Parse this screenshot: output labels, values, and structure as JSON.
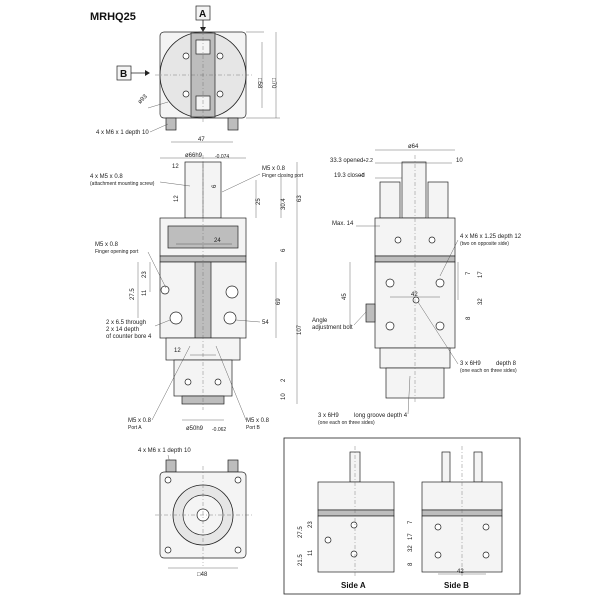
{
  "title": "MRHQ25",
  "view_marks": {
    "a": "A",
    "b": "B"
  },
  "top_view": {
    "sq58": "□58",
    "sq70": "□70",
    "phi93": "ø93",
    "screw_note": "4 x M6 x 1 depth 10",
    "dim47": "47"
  },
  "front_view": {
    "phi66": "ø66h9",
    "phi66_tol": "-0.074",
    "dim12": "12",
    "m5_attach_1": "4 x M5 x 0.8",
    "m5_attach_2": "(attachment mounting screw)",
    "m5_close_1": "M5 x 0.8",
    "m5_close_2": "Finger closing port",
    "dim6": "6",
    "dim12b": "12",
    "dim25": "25",
    "dim30_4": "30.4",
    "dim63": "63",
    "dim24": "24",
    "dim6b": "6",
    "m5_open_1": "M5 x 0.8",
    "m5_open_2": "Finger opening port",
    "dim27_5": "27.5",
    "dim23": "23",
    "dim11": "11",
    "dim69": "69",
    "dim107": "107",
    "dim54": "54",
    "thru_1": "2 x 6.5 through",
    "thru_2": "2 x 14 depth",
    "thru_3": "of counter bore 4",
    "dim12c": "12",
    "dim2": "2",
    "dim10": "10",
    "phi50": "ø50h9",
    "phi50_tol": "-0.062",
    "porta_1": "M5 x 0.8",
    "porta_2": "Port A",
    "portb_1": "M5 x 0.8",
    "portb_2": "Port B"
  },
  "side_view": {
    "phi64": "ø64",
    "opened": "33.3 opened",
    "opened_tol": "+2.2",
    "closed": "19.3 closed",
    "closed_tol": "-0",
    "dim10": "10",
    "max14": "Max. 14",
    "m6_1": "4 x M6 x 1.25 depth 12",
    "m6_2": "(two on opposite side)",
    "dim7": "7",
    "dim17": "17",
    "dim45": "45",
    "dim32": "32",
    "dim42": "42",
    "dim8": "8",
    "angle_1": "Angle",
    "angle_2": "adjustment bolt",
    "h9_1": "3 x 6H9",
    "h9_2": "depth 8",
    "h9_3": "(one each on three sides)",
    "groove_1": "3 x 6H9",
    "groove_2": "long groove depth 4",
    "groove_3": "(one each on three sides)"
  },
  "bottom_view": {
    "screw_note": "4 x M6 x 1 depth 10",
    "sq48": "□48"
  },
  "inset": {
    "side_a": "Side A",
    "side_b": "Side B",
    "a_27_5": "27.5",
    "a_23": "23",
    "a_21_5": "21.5",
    "a_11": "11",
    "b_7": "7",
    "b_17": "17",
    "b_32": "32",
    "b_8": "8",
    "b_42": "42"
  }
}
